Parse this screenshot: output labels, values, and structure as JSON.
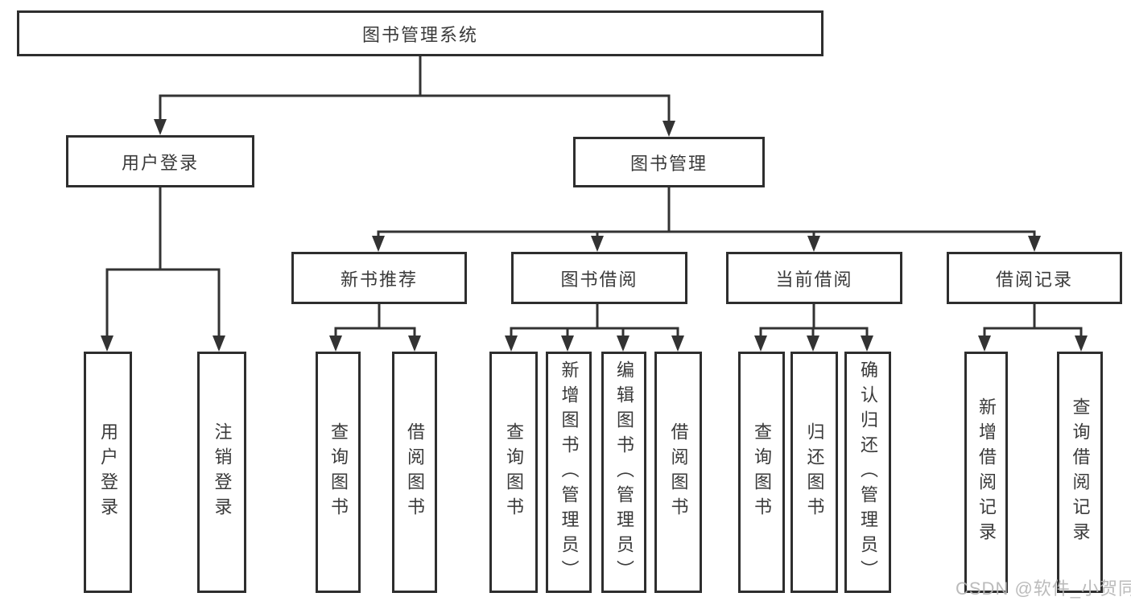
{
  "diagram": {
    "root": "图书管理系统",
    "tree": [
      {
        "label": "用户登录",
        "leaves": [
          "用户登录",
          "注销登录"
        ]
      },
      {
        "label": "图书管理",
        "children": [
          {
            "label": "新书推荐",
            "leaves": [
              "查询图书",
              "借阅图书"
            ]
          },
          {
            "label": "图书借阅",
            "leaves": [
              "查询图书",
              "新增图书（管理员）",
              "编辑图书（管理员）",
              "借阅图书"
            ]
          },
          {
            "label": "当前借阅",
            "leaves": [
              "查询图书",
              "归还图书",
              "确认归还（管理员）"
            ]
          },
          {
            "label": "借阅记录",
            "leaves": [
              "新增借阅记录",
              "查询借阅记录"
            ]
          }
        ]
      }
    ]
  },
  "watermark": {
    "text": "CSDN @软件_小贺同学"
  },
  "colors": {
    "line": "#333333",
    "box_border": "#2e2e2e",
    "text": "#3a3a3a",
    "background": "#ffffff",
    "watermark": "#b5b5b5"
  }
}
